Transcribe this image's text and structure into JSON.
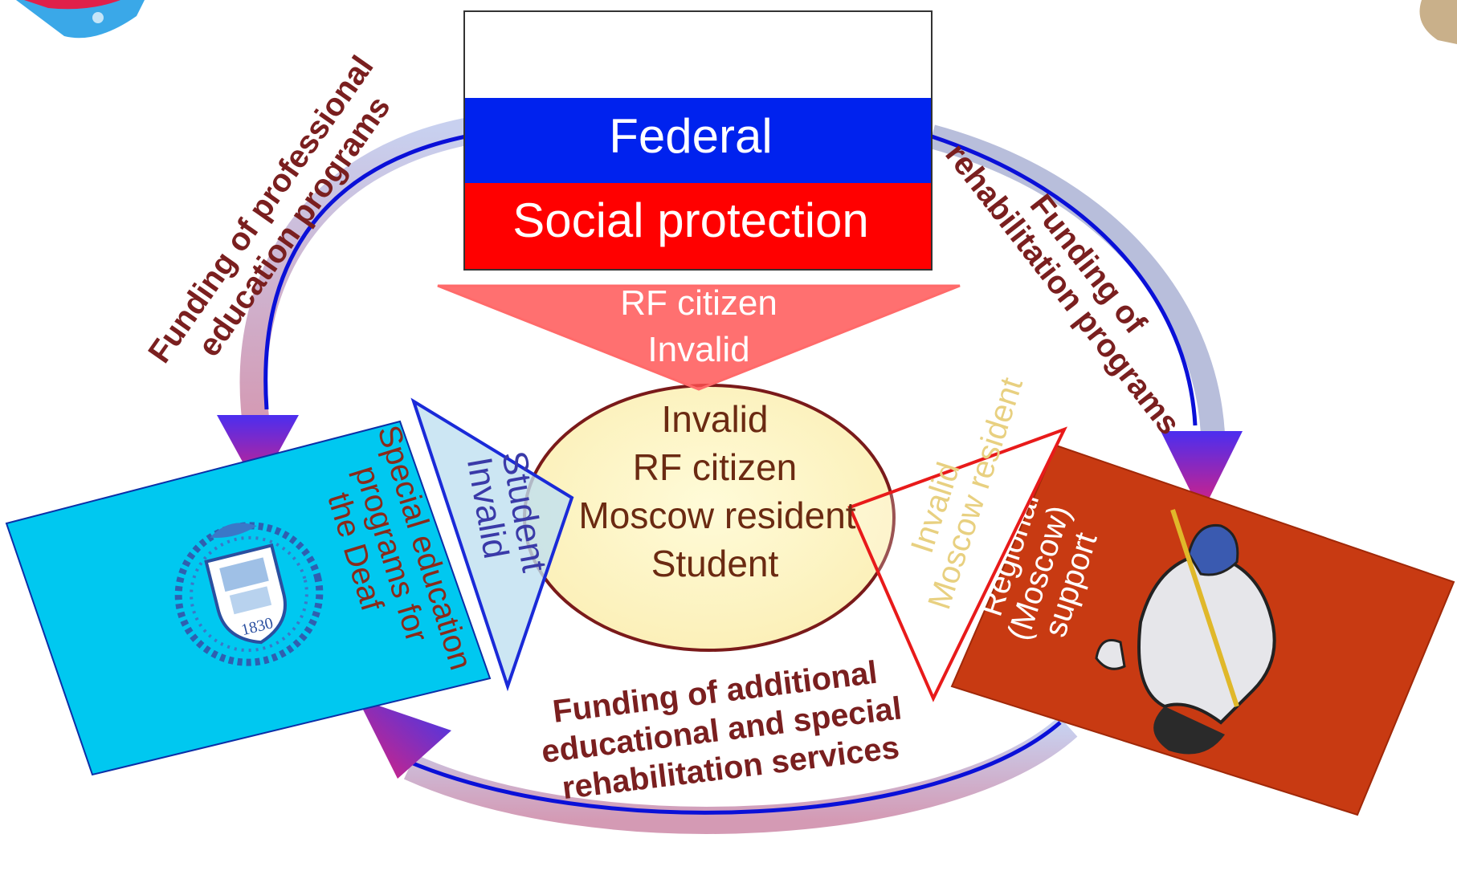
{
  "federal": {
    "title": "Federal",
    "subtitle": "Social protection",
    "flag_colors": [
      "#ffffff",
      "#0022ee",
      "#ff0000"
    ]
  },
  "arrows": {
    "top_left": [
      "Funding of professional",
      "education programs"
    ],
    "top_right": [
      "Funding of",
      "rehabilitation programs"
    ],
    "bottom": [
      "Funding of additional",
      "educational and special",
      "rehabilitation services"
    ]
  },
  "federal_triangle": [
    "RF citizen",
    "Invalid"
  ],
  "center_ellipse": [
    "Invalid",
    "RF citizen",
    "Moscow resident",
    "Student"
  ],
  "left_triangle": [
    "Student",
    "Invalid"
  ],
  "left_box": {
    "lines": [
      "Special education",
      "programs for",
      "the Deaf"
    ],
    "emblem_year": "1830",
    "color": "#00c8f0"
  },
  "right_triangle": [
    "Invalid",
    "Moscow resident"
  ],
  "right_box": {
    "lines": [
      "Regional",
      "(Moscow)",
      "support"
    ],
    "color": "#c83a12"
  },
  "icons": {
    "left_emblem": "university-crest-icon",
    "right_emblem": "st-george-horseman-icon",
    "top_left_corner": "badge-icon",
    "top_right_corner": "crest-icon"
  }
}
